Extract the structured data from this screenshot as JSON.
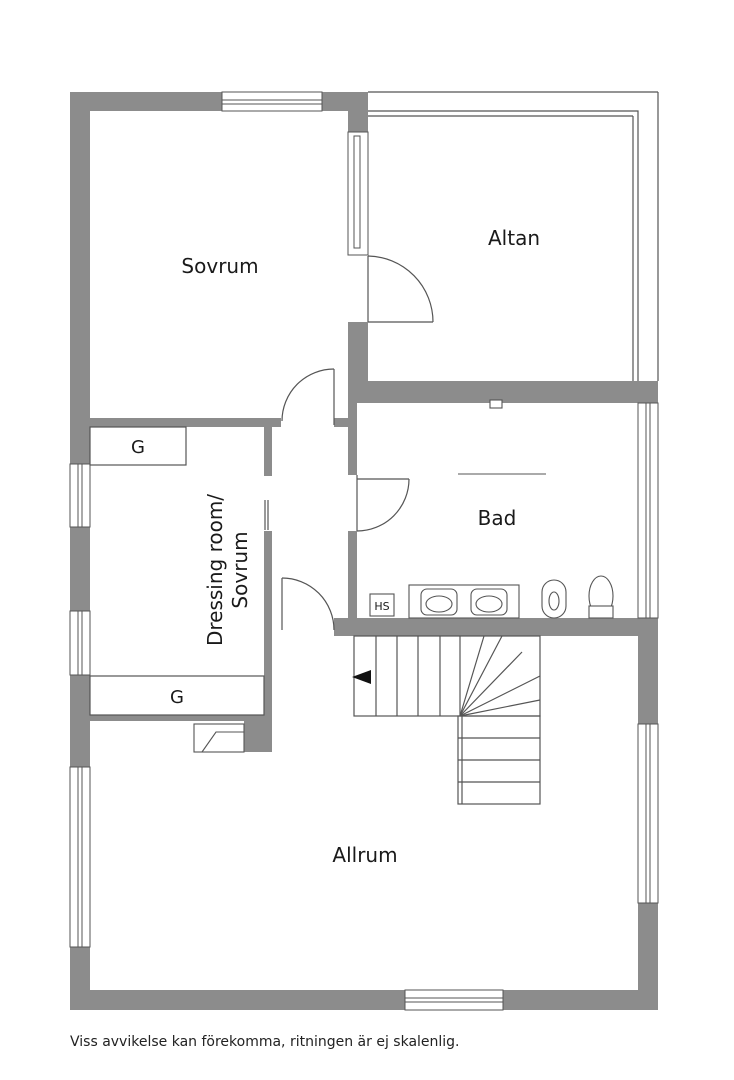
{
  "rooms": {
    "sovrum": "Sovrum",
    "altan": "Altan",
    "bad": "Bad",
    "dressing_line1": "Dressing room/",
    "dressing_line2": "Sovrum",
    "allrum": "Allrum"
  },
  "fixtures": {
    "wardrobe_top": "G",
    "wardrobe_bottom": "G",
    "heating_cabinet": "HS"
  },
  "footer": {
    "disclaimer": "Viss avvikelse kan förekomma, ritningen är ej skalenlig."
  },
  "colors": {
    "wall": "#8c8c8c",
    "line": "#555555"
  }
}
